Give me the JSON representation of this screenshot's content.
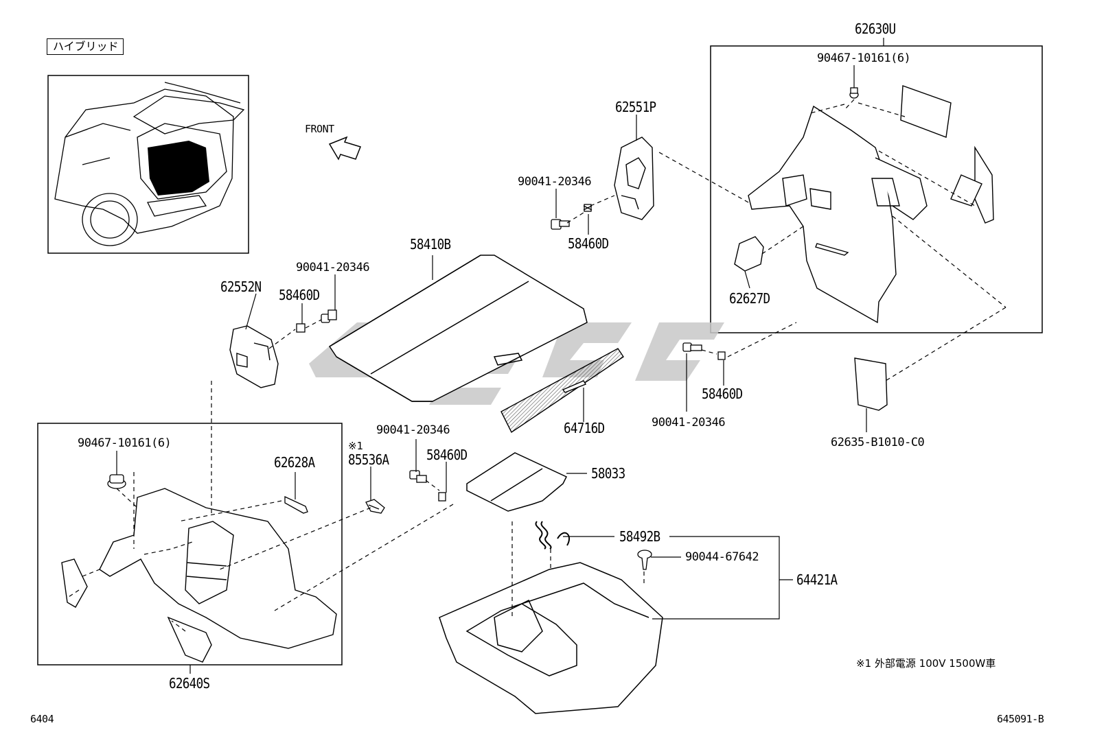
{
  "variant_tag": "ハイブリッド",
  "front_label": "FRONT",
  "parts": {
    "p62630U": "62630U",
    "p90467_top": "90467-10161(6)",
    "p62551P": "62551P",
    "p90041_a": "90041-20346",
    "p58460D_a": "58460D",
    "p62627D": "62627D",
    "p58410B": "58410B",
    "p90041_b": "90041-20346",
    "p62552N": "62552N",
    "p58460D_b": "58460D",
    "p90041_c": "90041-20346",
    "p58460D_c": "58460D",
    "p64716D": "64716D",
    "p62635": "62635-B1010-C0",
    "p90467_left": "90467-10161(6)",
    "p62628A": "62628A",
    "note_mark": "※1",
    "p85536A": "85536A",
    "p90041_d": "90041-20346",
    "p58460D_d": "58460D",
    "p58033": "58033",
    "p58492B": "58492B",
    "p90044": "90044-67642",
    "p64421A": "64421A",
    "p62640S": "62640S"
  },
  "footnote": "※1 外部電源 100V 1500W車",
  "page_left": "6404",
  "page_right": "645091-B"
}
